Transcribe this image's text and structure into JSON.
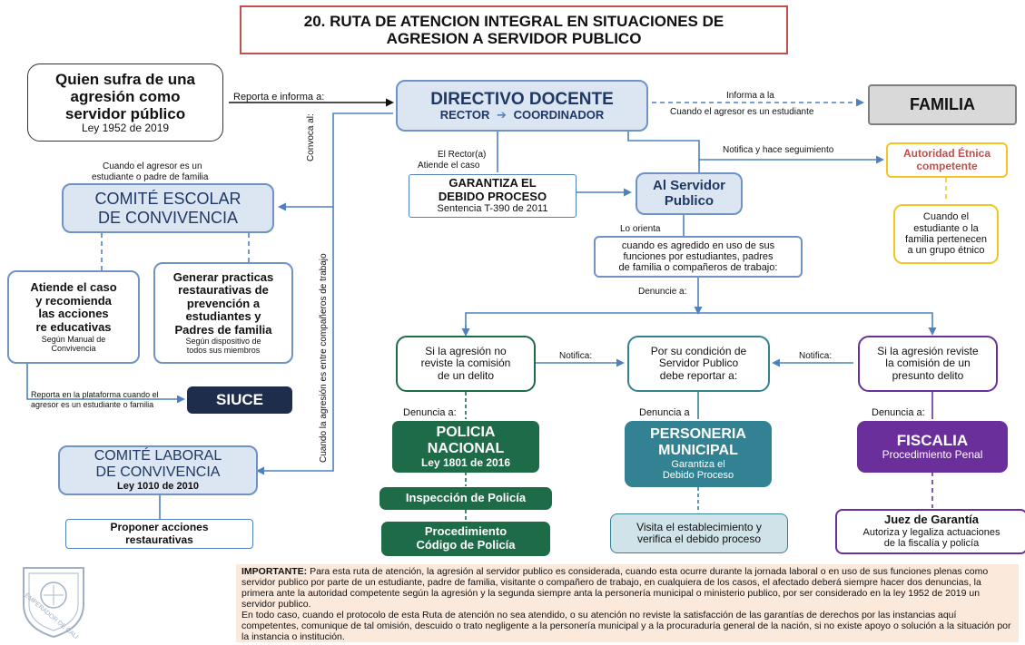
{
  "title": {
    "line1": "20. RUTA DE ATENCION INTEGRAL EN SITUACIONES DE",
    "line2": "AGRESION A SERVIDOR PUBLICO"
  },
  "victim": {
    "line1": "Quien sufra de una",
    "line2": "agresión como",
    "line3": "servidor público",
    "law": "Ley 1952 de 2019"
  },
  "directivo": {
    "title": "DIRECTIVO DOCENTE",
    "rector": "RECTOR",
    "arrow": "➔",
    "coordinador": "COORDINADOR"
  },
  "familia": {
    "title": "FAMILIA",
    "label_top": "Informa a la",
    "label_bottom": "Cuando el agresor es un estudiante"
  },
  "labels": {
    "reporta": "Reporta e informa a:",
    "rector_atiende1": "El Rector(a)",
    "rector_atiende2": "Atiende el caso",
    "notifica_seguimiento": "Notifica y hace  seguimiento",
    "cuando_agresor1": "Cuando el agresor es un",
    "cuando_agresor2": "estudiante o padre de familia",
    "convoca": "Convoca al:",
    "cuando_companeros": "Cuando la agresión es entre compañeros de trabajo",
    "lo_orienta": "Lo orienta",
    "denuncie": "Denuncie a:",
    "notifica_left": "Notifica:",
    "notifica_right": "Notifica:",
    "denuncia_1": "Denuncia a:",
    "denuncia_2": "Denuncia a",
    "denuncia_3": "Denuncia a:",
    "reporta_plataforma1": "Reporta en la plataforma cuando el",
    "reporta_plataforma2": "agresor es un estudiante o familia"
  },
  "autoridad": {
    "line1": "Autoridad Étnica",
    "line2": "competente"
  },
  "etnico": {
    "line1": "Cuando el",
    "line2": "estudiante o la",
    "line3": "familia pertenecen",
    "line4": "a un grupo étnico"
  },
  "comite_escolar": {
    "line1": "COMITÉ ESCOLAR",
    "line2": "DE CONVIVENCIA"
  },
  "garantiza": {
    "line1": "GARANTIZA EL",
    "line2": "DEBIDO PROCESO",
    "line3": "Sentencia T-390 de 2011"
  },
  "servidor": {
    "line1": "Al Servidor",
    "line2": "Publico"
  },
  "agredido": {
    "line1": "cuando es agredido en uso de sus",
    "line2": "funciones por estudiantes, padres",
    "line3": "de familia o compañeros de trabajo:"
  },
  "atiende": {
    "line1": "Atiende el caso",
    "line2": "y recomienda",
    "line3": "las acciones",
    "line4": "re educativas",
    "sub1": "Según Manual de",
    "sub2": "Convivencia"
  },
  "generar": {
    "line1": "Generar practicas",
    "line2": "restaurativas de",
    "line3": "prevención a",
    "line4": "estudiantes y",
    "line5": "Padres de familia",
    "sub1": "Según dispositivo de",
    "sub2": "todos sus miembros"
  },
  "siuce": {
    "label": "SIUCE"
  },
  "comite_laboral": {
    "line1": "COMITÉ LABORAL",
    "line2": "DE CONVIVENCIA",
    "law": "Ley 1010 de 2010"
  },
  "proponer": {
    "line1": "Proponer acciones",
    "line2": "restaurativas"
  },
  "no_delito": {
    "line1": "Si la agresión no",
    "line2": "reviste la comisión",
    "line3": "de un delito"
  },
  "condicion": {
    "line1": "Por su condición de",
    "line2": "Servidor Publico",
    "line3": "debe reportar a:"
  },
  "delito": {
    "line1": "Si la agresión reviste",
    "line2": "la comisión de un",
    "line3": "presunto delito"
  },
  "policia": {
    "line1": "POLICIA",
    "line2": "NACIONAL",
    "law": "Ley 1801 de 2016"
  },
  "inspeccion": {
    "label": "Inspección de Policía"
  },
  "procedimiento": {
    "line1": "Procedimiento",
    "line2": "Código de Policía"
  },
  "personeria": {
    "line1": "PERSONERIA",
    "line2": "MUNICIPAL",
    "sub1": "Garantiza el",
    "sub2": "Debido Proceso"
  },
  "visita": {
    "line1": "Visita el establecimiento y",
    "line2": "verifica el debido proceso"
  },
  "fiscalia": {
    "line1": "FISCALIA",
    "sub": "Procedimiento  Penal"
  },
  "juez": {
    "line1": "Juez de Garantía",
    "line2": "Autoriza y legaliza actuaciones",
    "line3": "de la fiscalía y policía"
  },
  "importante": {
    "heading": "IMPORTANTE:",
    "p1": "Para esta ruta de atención, la agresión al servidor publico es considerada, cuando esta ocurre durante la jornada laboral o en uso de sus funciones plenas como servidor publico por parte de un estudiante, padre de familia, visitante o compañero de trabajo, en cualquiera de los casos, el afectado deberá siempre hacer dos denuncias, la primera ante la autoridad competente según la agresión y la segunda siempre anta la personería municipal o ministerio publico, por ser considerado en la ley 1952 de 2019 un servidor publico.",
    "p2": "En todo caso, cuando el protocolo de esta Ruta de atención no sea atendido, o su atención no reviste la satisfacción de las garantías de derechos por las instancias aquí competentes, comunique de tal omisión, descuido o trato negligente a la personería municipal y a la procuraduría general de la nación, si no existe apoyo o solución a la situación por la instancia o institución."
  },
  "seal": {
    "text": "EMPERADOR DE CALI"
  },
  "colors": {
    "blue_border": "#6f93c5",
    "blue_fill": "#dce6f2",
    "green": "#1e6b48",
    "teal": "#338293",
    "purple": "#6a2f9a",
    "yellow": "#f3c623",
    "title_border": "#c0504d",
    "note_bg": "#fbe9dc"
  }
}
